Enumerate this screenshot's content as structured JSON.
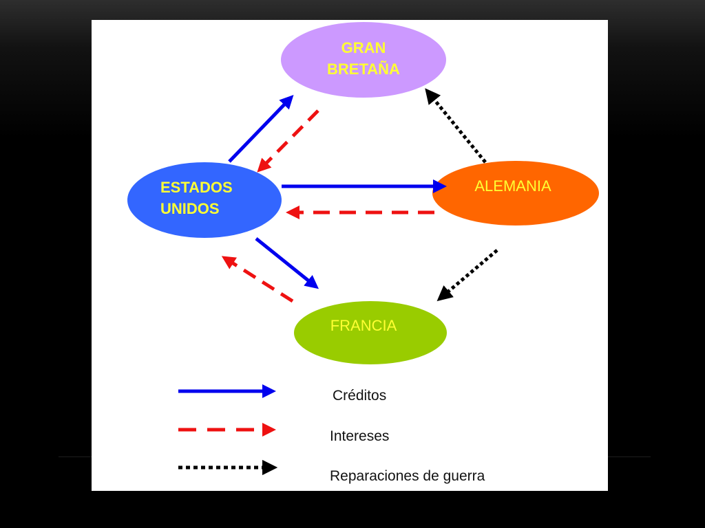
{
  "diagram": {
    "nodes": {
      "gran_bretana": {
        "line1": "GRAN",
        "line2": "BRETAÑA",
        "color": "#cc99ff"
      },
      "estados_unidos": {
        "line1": "ESTADOS",
        "line2": "UNIDOS",
        "color": "#3366ff"
      },
      "alemania": {
        "label": "ALEMANIA",
        "color": "#ff6600"
      },
      "francia": {
        "label": "FRANCIA",
        "color": "#99cc00"
      }
    },
    "text_color": "#ffff33"
  },
  "legend": {
    "creditos": {
      "label": "Créditos",
      "color": "#0000ee"
    },
    "intereses": {
      "label": "Intereses",
      "color": "#ee1111"
    },
    "reparaciones": {
      "label": "Reparaciones de guerra",
      "color": "#000000"
    }
  }
}
